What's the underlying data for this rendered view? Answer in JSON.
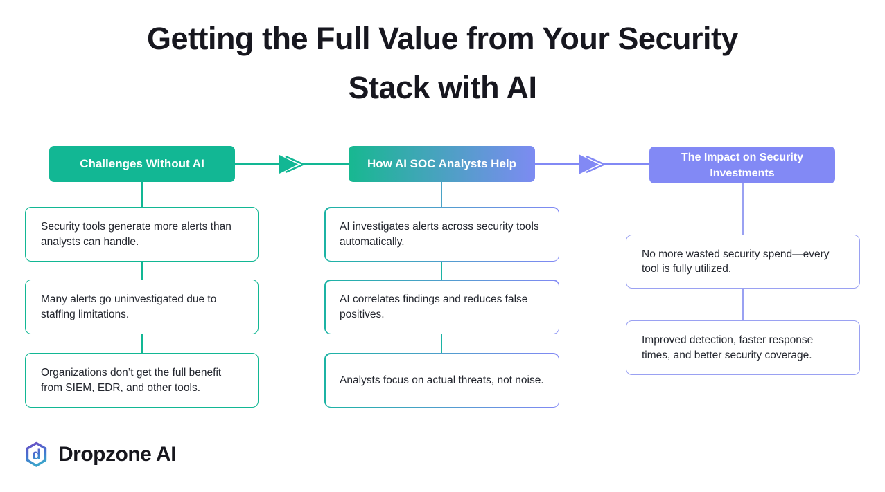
{
  "title": {
    "line1": "Getting the Full Value from Your Security",
    "line2": "Stack with AI"
  },
  "flow": {
    "columns": [
      {
        "header": "Challenges Without AI",
        "items": [
          "Security tools generate more alerts than analysts can handle.",
          "Many alerts go uninvestigated due to staffing limitations.",
          "Organizations don’t get the full benefit from SIEM, EDR, and other tools."
        ]
      },
      {
        "header": "How AI SOC Analysts Help",
        "items": [
          "AI investigates alerts across security tools automatically.",
          "AI correlates findings and reduces false positives.",
          "Analysts focus on actual threats, not noise."
        ]
      },
      {
        "header": "The Impact on Security Investments",
        "items": [
          "No more wasted security spend—every tool is fully utilized.",
          "Improved detection, faster response times, and better security coverage."
        ]
      }
    ]
  },
  "footer": {
    "brand_name": "Dropzone AI",
    "logo_icon": "dropzone-hexagon-d-logo",
    "logo_letter": "d"
  },
  "colors": {
    "teal": "#12B794",
    "teal-deep": "#1CB3A4",
    "teal-blue": "#4AA3C6",
    "purple": "#8289F5",
    "purple-soft": "#9AA1F2",
    "grad-start": "#17B890",
    "grad-end": "#7D8BF2",
    "logo-top": "#6E4EC4",
    "logo-mid": "#4473D0",
    "logo-bottom": "#3BA2CB"
  }
}
